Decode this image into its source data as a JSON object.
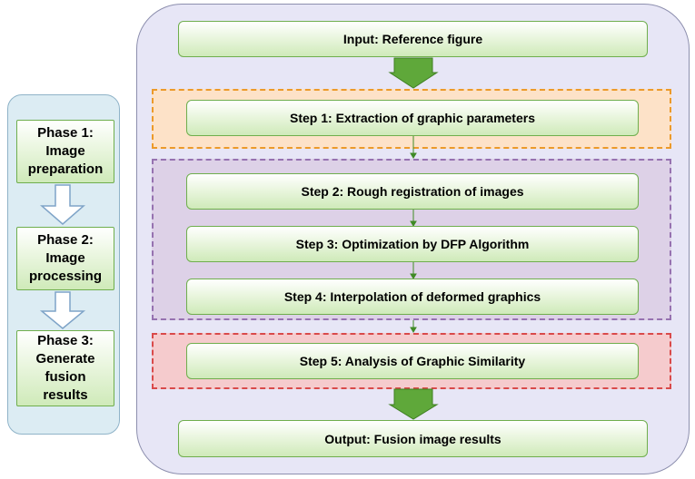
{
  "phases": [
    {
      "label": "Phase 1:\nImage\npreparation"
    },
    {
      "label": "Phase 2:\nImage\nprocessing"
    },
    {
      "label": "Phase 3:\nGenerate\nfusion\nresults"
    }
  ],
  "input": {
    "label": "Input: Reference figure"
  },
  "steps": [
    {
      "label": "Step 1: Extraction of graphic parameters"
    },
    {
      "label": "Step 2: Rough registration of images"
    },
    {
      "label": "Step 3: Optimization by DFP Algorithm"
    },
    {
      "label": "Step 4: Interpolation of deformed graphics"
    },
    {
      "label": "Step 5: Analysis of Graphic Similarity"
    }
  ],
  "output": {
    "label": "Output: Fusion image results"
  },
  "colors": {
    "box_border": "#6fae4d",
    "arrow_green": "#5fa83a",
    "arrow_outline_blue": "#7fa4c8",
    "zone_orange": "#ec9a2a",
    "zone_purple": "#9672b0",
    "zone_red": "#d94a4a"
  }
}
